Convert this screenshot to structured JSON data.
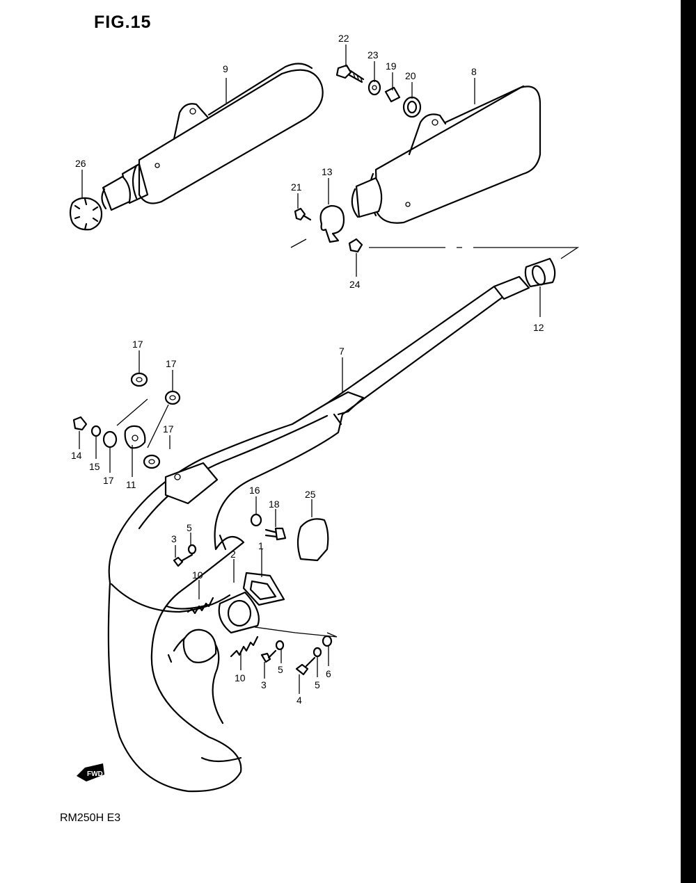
{
  "figure": {
    "title": "FIG.15",
    "model": "RM250H  E3"
  },
  "fwd_badge": "FWD",
  "callouts": [
    "1",
    "2",
    "3",
    "3",
    "4",
    "5",
    "5",
    "5",
    "6",
    "7",
    "8",
    "9",
    "10",
    "10",
    "11",
    "12",
    "13",
    "14",
    "15",
    "16",
    "17",
    "17",
    "17",
    "17",
    "18",
    "19",
    "20",
    "21",
    "22",
    "23",
    "24",
    "25",
    "26"
  ],
  "colors": {
    "ink": "#000000",
    "paper": "#ffffff"
  }
}
